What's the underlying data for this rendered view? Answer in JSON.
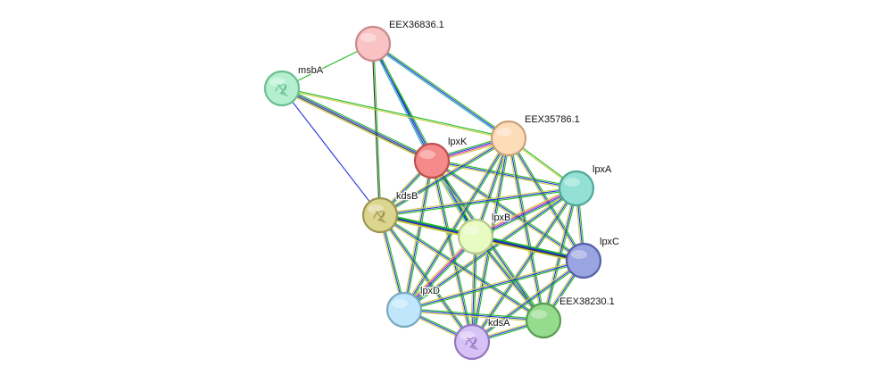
{
  "network": {
    "nodes": [
      {
        "id": "EEX36836.1",
        "label": "EEX36836.1",
        "color": "#f9c3c3",
        "stroke": "#c98a8a",
        "structure": false
      },
      {
        "id": "msbA",
        "label": "msbA",
        "color": "#b4f0cf",
        "stroke": "#6cbf92",
        "structure": true
      },
      {
        "id": "lpxK",
        "label": "lpxK",
        "color": "#f58a8a",
        "stroke": "#c04f4f",
        "structure": false
      },
      {
        "id": "EEX35786.1",
        "label": "EEX35786.1",
        "color": "#fddcb8",
        "stroke": "#c9a27a",
        "structure": false
      },
      {
        "id": "lpxA",
        "label": "lpxA",
        "color": "#93e0d4",
        "stroke": "#4fa898",
        "structure": false
      },
      {
        "id": "kdsB",
        "label": "kdsB",
        "color": "#dcd58f",
        "stroke": "#9d9651",
        "structure": true
      },
      {
        "id": "lpxB",
        "label": "lpxB",
        "color": "#e8fbc3",
        "stroke": "#b5c98a",
        "structure": false
      },
      {
        "id": "lpxC",
        "label": "lpxC",
        "color": "#9aa4e0",
        "stroke": "#5660a8",
        "structure": false
      },
      {
        "id": "lpxD",
        "label": "lpxD",
        "color": "#bfe6fa",
        "stroke": "#7aa9c2",
        "structure": false
      },
      {
        "id": "EEX38230.1",
        "label": "EEX38230.1",
        "color": "#96dc8e",
        "stroke": "#579f50",
        "structure": false
      },
      {
        "id": "kdsA",
        "label": "kdsA",
        "color": "#d6c2f7",
        "stroke": "#9277c0",
        "structure": true
      }
    ],
    "edges": [
      {
        "source": "EEX36836.1",
        "target": "msbA",
        "evidence": [
          "#22bb22"
        ]
      },
      {
        "source": "EEX36836.1",
        "target": "lpxK",
        "evidence": [
          "#22bb22",
          "#2233dd",
          "#22aaaa"
        ]
      },
      {
        "source": "EEX36836.1",
        "target": "kdsB",
        "evidence": [
          "#22bb22",
          "#333333"
        ]
      },
      {
        "source": "EEX36836.1",
        "target": "EEX35786.1",
        "evidence": [
          "#22bb22",
          "#2233dd",
          "#22aaaa"
        ]
      },
      {
        "source": "EEX36836.1",
        "target": "lpxB",
        "evidence": [
          "#22bb22",
          "#2233dd"
        ]
      },
      {
        "source": "msbA",
        "target": "lpxK",
        "evidence": [
          "#22bb22",
          "#2233dd",
          "#333333",
          "#cccc44"
        ]
      },
      {
        "source": "msbA",
        "target": "kdsB",
        "evidence": [
          "#2233dd"
        ]
      },
      {
        "source": "msbA",
        "target": "EEX35786.1",
        "evidence": [
          "#22bb22",
          "#cccc44"
        ]
      },
      {
        "source": "lpxK",
        "target": "EEX35786.1",
        "evidence": [
          "#22bb22",
          "#2233dd",
          "#dd3399",
          "#cccc44"
        ]
      },
      {
        "source": "lpxK",
        "target": "lpxA",
        "evidence": [
          "#22bb22",
          "#2233dd",
          "#cccc44"
        ]
      },
      {
        "source": "lpxK",
        "target": "kdsB",
        "evidence": [
          "#22bb22",
          "#2233dd",
          "#cccc44"
        ]
      },
      {
        "source": "lpxK",
        "target": "lpxB",
        "evidence": [
          "#22bb22",
          "#2233dd",
          "#22aaaa",
          "#cccc44"
        ]
      },
      {
        "source": "lpxK",
        "target": "lpxC",
        "evidence": [
          "#22bb22",
          "#2233dd",
          "#cccc44"
        ]
      },
      {
        "source": "lpxK",
        "target": "lpxD",
        "evidence": [
          "#22bb22",
          "#2233dd",
          "#cccc44"
        ]
      },
      {
        "source": "lpxK",
        "target": "EEX38230.1",
        "evidence": [
          "#22bb22",
          "#2233dd",
          "#cccc44"
        ]
      },
      {
        "source": "lpxK",
        "target": "kdsA",
        "evidence": [
          "#22bb22",
          "#2233dd",
          "#cccc44"
        ]
      },
      {
        "source": "EEX35786.1",
        "target": "lpxA",
        "evidence": [
          "#22bb22",
          "#cccc44"
        ]
      },
      {
        "source": "EEX35786.1",
        "target": "kdsB",
        "evidence": [
          "#22bb22",
          "#2233dd",
          "#cccc44"
        ]
      },
      {
        "source": "EEX35786.1",
        "target": "lpxB",
        "evidence": [
          "#22bb22",
          "#2233dd",
          "#cccc44"
        ]
      },
      {
        "source": "EEX35786.1",
        "target": "lpxC",
        "evidence": [
          "#22bb22",
          "#2233dd",
          "#cccc44"
        ]
      },
      {
        "source": "EEX35786.1",
        "target": "lpxD",
        "evidence": [
          "#22bb22",
          "#2233dd",
          "#cccc44"
        ]
      },
      {
        "source": "EEX35786.1",
        "target": "EEX38230.1",
        "evidence": [
          "#22bb22",
          "#2233dd",
          "#cccc44"
        ]
      },
      {
        "source": "EEX35786.1",
        "target": "kdsA",
        "evidence": [
          "#22bb22",
          "#2233dd",
          "#cccc44"
        ]
      },
      {
        "source": "lpxA",
        "target": "kdsB",
        "evidence": [
          "#22bb22",
          "#2233dd",
          "#cccc44"
        ]
      },
      {
        "source": "lpxA",
        "target": "lpxB",
        "evidence": [
          "#22bb22",
          "#2233dd",
          "#dd3399",
          "#cccc44"
        ]
      },
      {
        "source": "lpxA",
        "target": "lpxC",
        "evidence": [
          "#22bb22",
          "#2233dd",
          "#cccc44"
        ]
      },
      {
        "source": "lpxA",
        "target": "lpxD",
        "evidence": [
          "#22bb22",
          "#2233dd",
          "#cccc44"
        ]
      },
      {
        "source": "lpxA",
        "target": "EEX38230.1",
        "evidence": [
          "#22bb22",
          "#2233dd",
          "#cccc44"
        ]
      },
      {
        "source": "lpxA",
        "target": "kdsA",
        "evidence": [
          "#22bb22",
          "#2233dd",
          "#cccc44"
        ]
      },
      {
        "source": "kdsB",
        "target": "lpxB",
        "evidence": [
          "#22bb22",
          "#2233dd",
          "#333333",
          "#cccc44"
        ]
      },
      {
        "source": "kdsB",
        "target": "lpxC",
        "evidence": [
          "#22bb22",
          "#2233dd",
          "#cccc44"
        ]
      },
      {
        "source": "kdsB",
        "target": "lpxD",
        "evidence": [
          "#22bb22",
          "#2233dd",
          "#cccc44"
        ]
      },
      {
        "source": "kdsB",
        "target": "EEX38230.1",
        "evidence": [
          "#22bb22",
          "#2233dd",
          "#cccc44"
        ]
      },
      {
        "source": "kdsB",
        "target": "kdsA",
        "evidence": [
          "#22bb22",
          "#2233dd",
          "#cccc44"
        ]
      },
      {
        "source": "lpxB",
        "target": "lpxC",
        "evidence": [
          "#22bb22",
          "#2233dd",
          "#333333",
          "#cccc44"
        ]
      },
      {
        "source": "lpxB",
        "target": "lpxD",
        "evidence": [
          "#22bb22",
          "#2233dd",
          "#dd3399",
          "#cccc44"
        ]
      },
      {
        "source": "lpxB",
        "target": "EEX38230.1",
        "evidence": [
          "#22bb22",
          "#2233dd",
          "#cccc44"
        ]
      },
      {
        "source": "lpxB",
        "target": "kdsA",
        "evidence": [
          "#22bb22",
          "#2233dd",
          "#cccc44"
        ]
      },
      {
        "source": "lpxC",
        "target": "lpxD",
        "evidence": [
          "#22bb22",
          "#2233dd",
          "#cccc44"
        ]
      },
      {
        "source": "lpxC",
        "target": "EEX38230.1",
        "evidence": [
          "#22bb22",
          "#2233dd",
          "#cccc44"
        ]
      },
      {
        "source": "lpxC",
        "target": "kdsA",
        "evidence": [
          "#22bb22",
          "#2233dd",
          "#cccc44"
        ]
      },
      {
        "source": "lpxD",
        "target": "EEX38230.1",
        "evidence": [
          "#22bb22",
          "#2233dd",
          "#cccc44"
        ]
      },
      {
        "source": "lpxD",
        "target": "kdsA",
        "evidence": [
          "#22bb22",
          "#2233dd",
          "#cccc44"
        ]
      },
      {
        "source": "EEX38230.1",
        "target": "kdsA",
        "evidence": [
          "#22bb22",
          "#2233dd",
          "#cccc44"
        ]
      }
    ]
  }
}
